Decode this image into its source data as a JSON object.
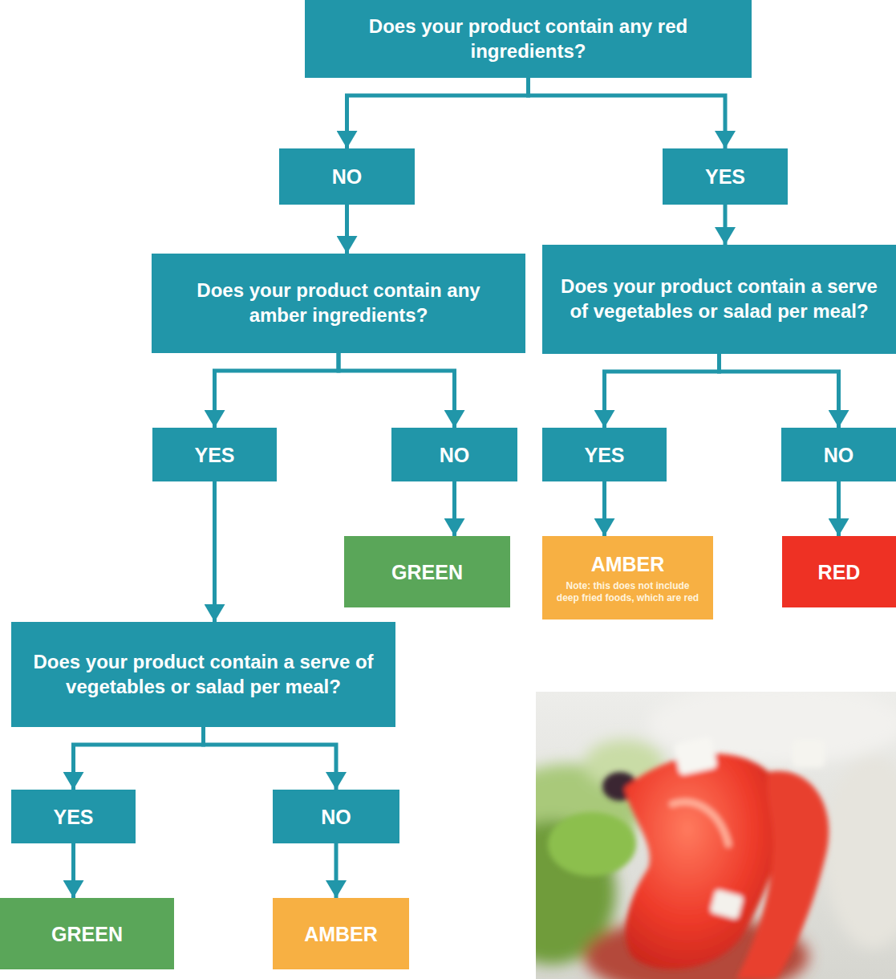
{
  "diagram": {
    "nodes": [
      {
        "text": [
          "Does your product contain any red ingredients?"
        ]
      },
      {
        "text": [
          "NO"
        ]
      },
      {
        "text": [
          "YES"
        ]
      },
      {
        "text": [
          "Does your product contain any amber ingredients?"
        ]
      },
      {
        "text": [
          "Does your product contain a serve of vegetables or salad per meal?"
        ]
      },
      {
        "text": [
          "YES"
        ]
      },
      {
        "text": [
          "NO"
        ]
      },
      {
        "text": [
          "YES"
        ]
      },
      {
        "text": [
          "NO"
        ]
      },
      {
        "text": [
          "GREEN"
        ]
      },
      {
        "text": [
          "AMBER",
          "Note: this does not include deep fried foods, which are red"
        ]
      },
      {
        "text": [
          "RED"
        ]
      },
      {
        "text": [
          "Does your product contain a serve of vegetables or salad per meal?"
        ]
      },
      {
        "text": [
          "YES"
        ]
      },
      {
        "text": [
          "NO"
        ]
      },
      {
        "text": [
          "GREEN"
        ]
      },
      {
        "text": [
          "AMBER"
        ]
      }
    ],
    "edges": [
      {
        "from": 0,
        "to": 1,
        "arrow": "to"
      },
      {
        "from": 0,
        "to": 2,
        "arrow": "to"
      },
      {
        "from": 1,
        "to": 3,
        "arrow": "to"
      },
      {
        "from": 2,
        "to": 4,
        "arrow": "to"
      },
      {
        "from": 3,
        "to": 5,
        "arrow": "to"
      },
      {
        "from": 3,
        "to": 6,
        "arrow": "to"
      },
      {
        "from": 4,
        "to": 7,
        "arrow": "to"
      },
      {
        "from": 4,
        "to": 8,
        "arrow": "to"
      },
      {
        "from": 5,
        "to": 12,
        "arrow": "to"
      },
      {
        "from": 6,
        "to": 9,
        "arrow": "to"
      },
      {
        "from": 7,
        "to": 10,
        "arrow": "to"
      },
      {
        "from": 8,
        "to": 11,
        "arrow": "to"
      },
      {
        "from": 12,
        "to": 13,
        "arrow": "to"
      },
      {
        "from": 12,
        "to": 14,
        "arrow": "to"
      },
      {
        "from": 13,
        "to": 15,
        "arrow": "to"
      },
      {
        "from": 14,
        "to": 16,
        "arrow": "to"
      }
    ]
  }
}
